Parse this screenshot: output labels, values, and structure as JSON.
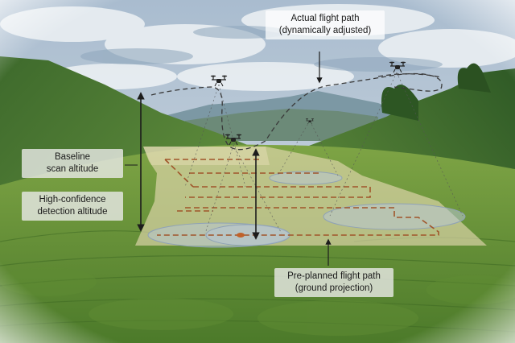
{
  "labels": {
    "actual_path": {
      "line1": "Actual flight path",
      "line2": "(dynamically adjusted)"
    },
    "baseline": {
      "line1": "Baseline",
      "line2": "scan altitude"
    },
    "high_confidence": {
      "line1": "High-confidence",
      "line2": "detection altitude"
    },
    "preplanned": {
      "line1": "Pre-planned flight path",
      "line2": "(ground projection)"
    }
  },
  "colors": {
    "sky": "#b9c9da",
    "cloud": "#e8edf2",
    "mountain_far": "#7f9aa8",
    "hill_green": "#5e8a3c",
    "tea_field": "#6f9a3a",
    "survey_plane": "#e9dcb4",
    "preplanned_path": "#a0552a",
    "actual_path": "#3a3a3a",
    "detection_ellipse": "#b8c6d6",
    "target": "#c0622a"
  },
  "icons": [
    "drone-icon",
    "arrow-icon",
    "target-marker-icon"
  ]
}
